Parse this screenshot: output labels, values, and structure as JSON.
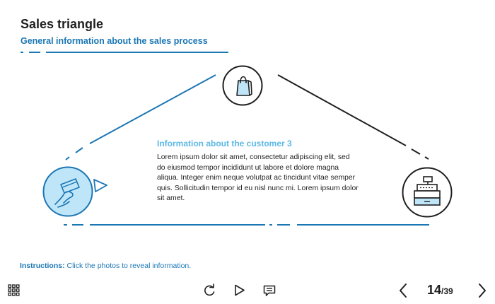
{
  "header": {
    "title": "Sales triangle",
    "subtitle": "General information about the sales process"
  },
  "info": {
    "heading": "Information about the customer 3",
    "body": "Lorem ipsum dolor sit amet, consectetur adipiscing elit, sed do eiusmod tempor incididunt ut labore et dolore magna aliqua. Integer enim neque volutpat ac tincidunt vitae semper quis. Sollicitudin tempor id eu nisl nunc mi. Lorem ipsum dolor sit amet."
  },
  "nodes": {
    "top": "shopping-bag-icon",
    "left": "card-payment-icon",
    "right": "cash-register-icon"
  },
  "instructions": {
    "label": "Instructions:",
    "text": " Click the photos to reveal information."
  },
  "toolbar": {
    "menu": "grid-menu-icon",
    "replay": "replay-icon",
    "play": "play-icon",
    "notes": "notes-icon",
    "prev": "chevron-left-icon",
    "next": "chevron-right-icon"
  },
  "pagination": {
    "current": "14",
    "total": "/39"
  },
  "colors": {
    "accent": "#1b76b4",
    "light_accent": "#5cb8e5",
    "fill": "#bfe6f8",
    "dark": "#1f1f1f"
  }
}
